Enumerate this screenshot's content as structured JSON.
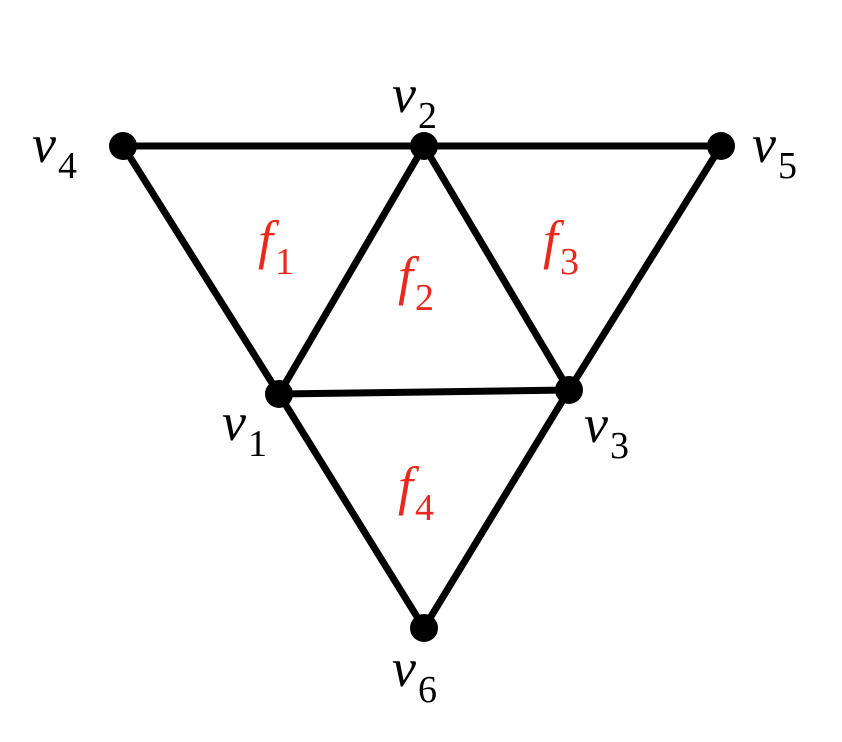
{
  "colors": {
    "edge": "#000000",
    "vertex": "#000000",
    "vertex_label": "#000000",
    "face_label": "#e8291c",
    "background": "#ffffff"
  },
  "vertices": [
    {
      "id": "v1",
      "letter": "v",
      "sub": "1"
    },
    {
      "id": "v2",
      "letter": "v",
      "sub": "2"
    },
    {
      "id": "v3",
      "letter": "v",
      "sub": "3"
    },
    {
      "id": "v4",
      "letter": "v",
      "sub": "4"
    },
    {
      "id": "v5",
      "letter": "v",
      "sub": "5"
    },
    {
      "id": "v6",
      "letter": "v",
      "sub": "6"
    }
  ],
  "edges": [
    [
      "v4",
      "v2"
    ],
    [
      "v2",
      "v5"
    ],
    [
      "v4",
      "v1"
    ],
    [
      "v1",
      "v2"
    ],
    [
      "v2",
      "v3"
    ],
    [
      "v3",
      "v5"
    ],
    [
      "v1",
      "v3"
    ],
    [
      "v1",
      "v6"
    ],
    [
      "v3",
      "v6"
    ]
  ],
  "faces": [
    {
      "id": "f1",
      "letter": "f",
      "sub": "1",
      "vertices": [
        "v4",
        "v2",
        "v1"
      ]
    },
    {
      "id": "f2",
      "letter": "f",
      "sub": "2",
      "vertices": [
        "v1",
        "v2",
        "v3"
      ]
    },
    {
      "id": "f3",
      "letter": "f",
      "sub": "3",
      "vertices": [
        "v2",
        "v5",
        "v3"
      ]
    },
    {
      "id": "f4",
      "letter": "f",
      "sub": "4",
      "vertices": [
        "v1",
        "v3",
        "v6"
      ]
    }
  ]
}
